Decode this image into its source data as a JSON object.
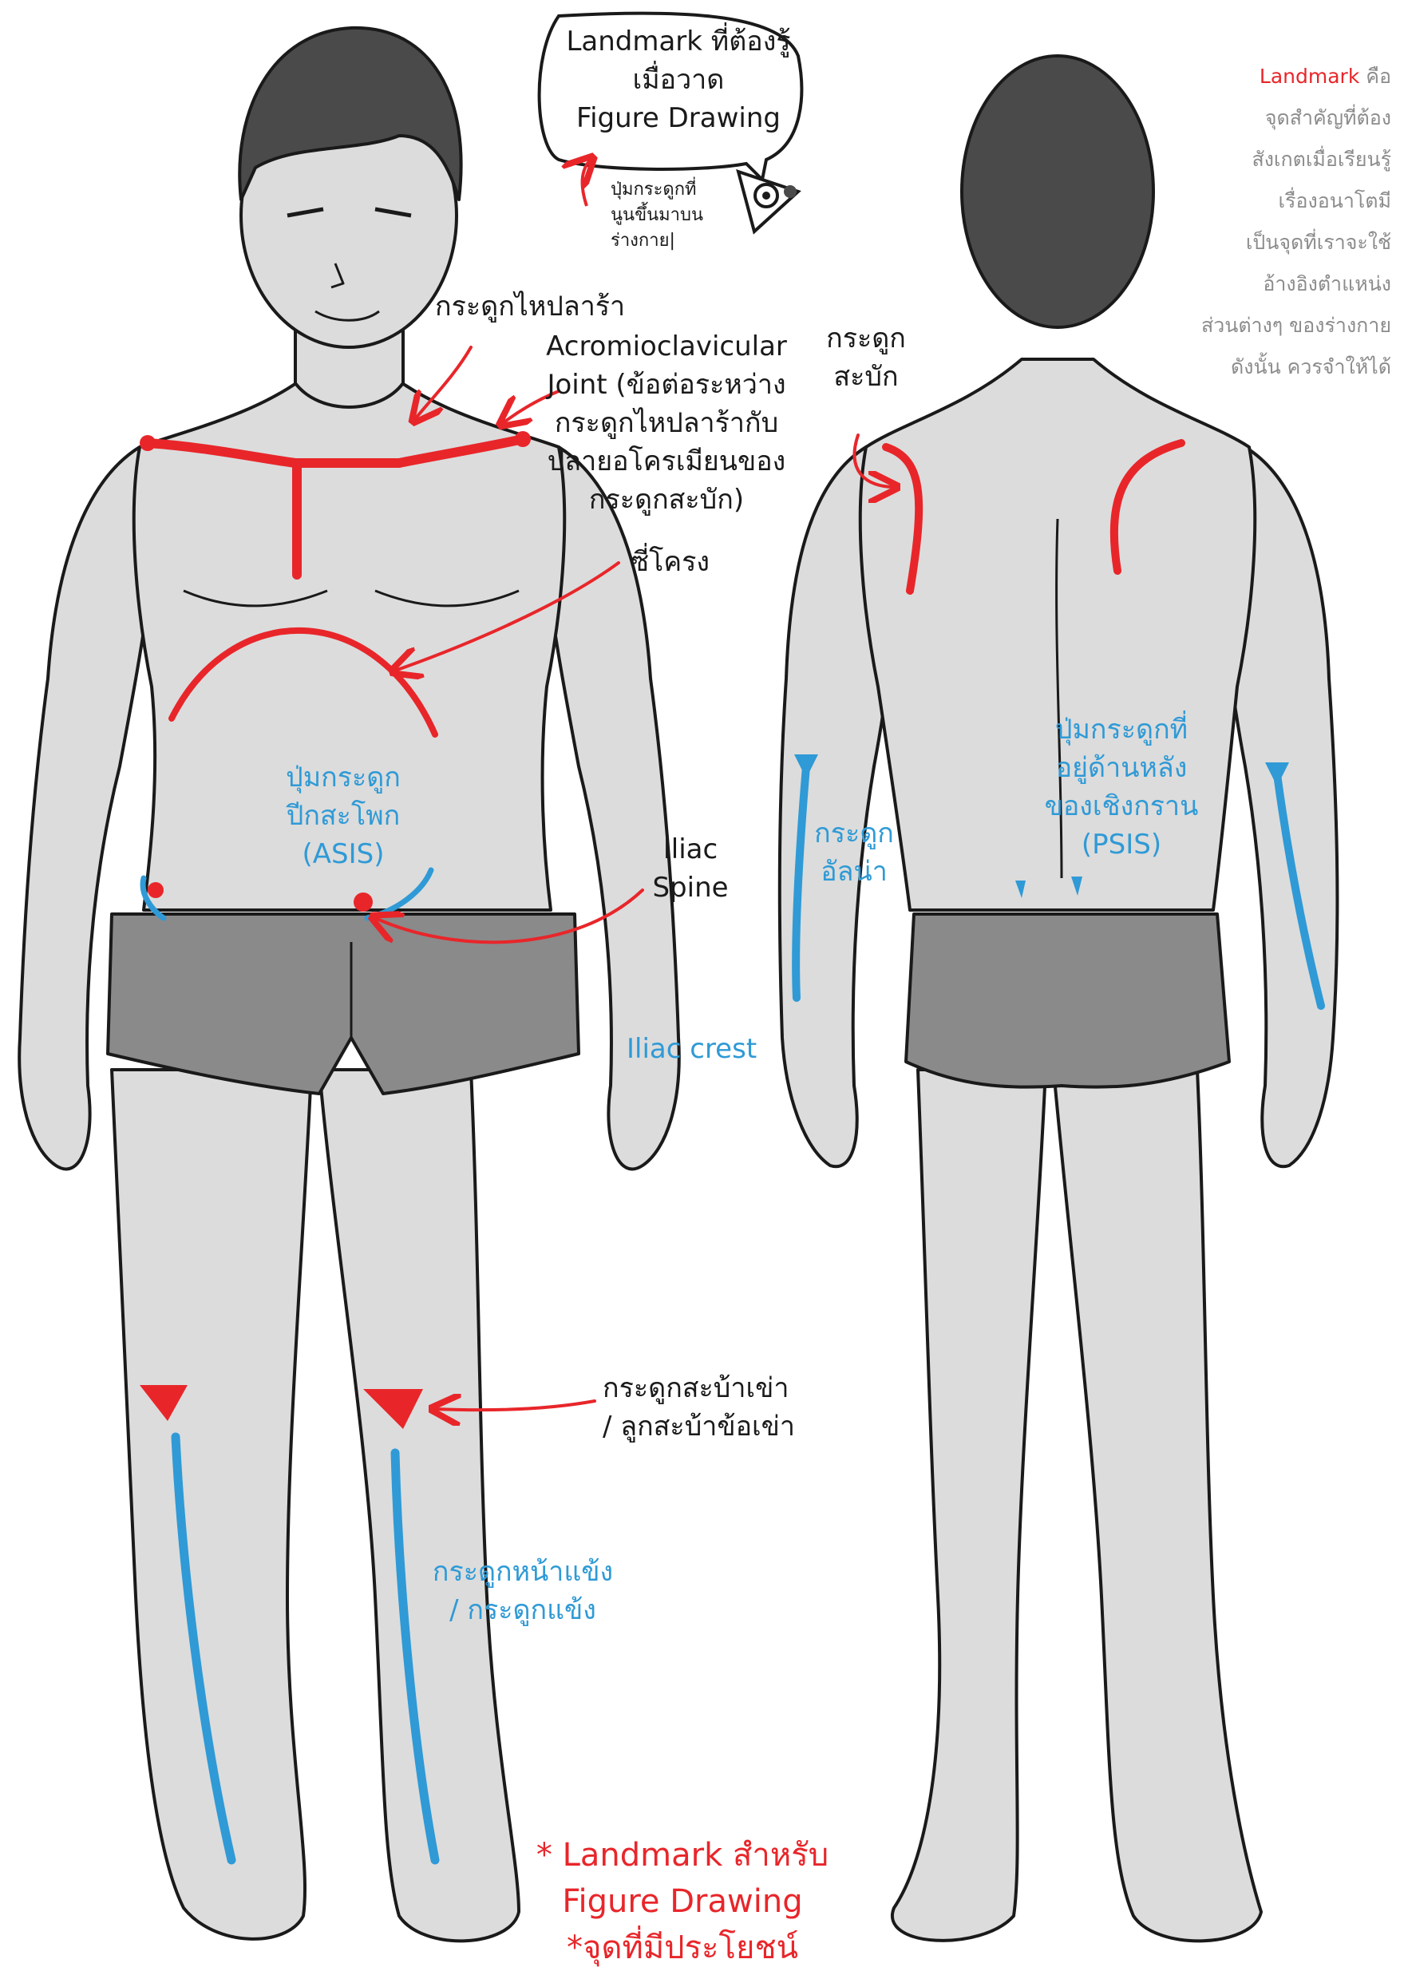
{
  "bubble": {
    "lines": [
      "Landmark ที่ต้องรู้",
      "เมื่อวาด",
      "Figure Drawing"
    ]
  },
  "bubble_note": {
    "lines": [
      "ปุ่มกระดูกที่",
      "นูนขึ้นมาบน",
      "ร่างกาย|"
    ]
  },
  "side_note": {
    "keyword": "Landmark",
    "first_line_rest": " คือ",
    "lines": [
      "จุดสำคัญที่ต้อง",
      "สังเกตเมื่อเรียนรู้",
      "เรื่องอนาโตมี",
      "เป็นจุดที่เราจะใช้",
      "อ้างอิงตำแหน่ง",
      "ส่วนต่างๆ ของร่างกาย",
      "ดังนั้น ควรจำให้ได้"
    ]
  },
  "labels": {
    "clavicle": "กระดูกไหปลาร้า",
    "ac_joint": [
      "Acromioclavicular",
      "Joint (ข้อต่อระหว่าง",
      "กระดูกไหปลาร้ากับ",
      "ปลายอโครเมียนของ",
      "กระดูกสะบัก)"
    ],
    "ribs": "ซี่โครง",
    "scapula": [
      "กระดูก",
      "สะบัก"
    ],
    "asis": [
      "ปุ่มกระดูก",
      "ปีกสะโพก",
      "(ASIS)"
    ],
    "iliac_spine": [
      "Iliac",
      "Spine"
    ],
    "iliac_crest": "Iliac crest",
    "ulna": [
      "กระดูก",
      "อัลน่า"
    ],
    "psis": [
      "ปุ่มกระดูกที่",
      "อยู่ด้านหลัง",
      "ของเชิงกราน",
      "(PSIS)"
    ],
    "patella": [
      "กระดูกสะบ้าเข่า",
      "/ ลูกสะบ้าข้อเข่า"
    ],
    "tibia": [
      "กระดูกหน้าแข้ง",
      "/ กระดูกแข้ง"
    ]
  },
  "footnote": {
    "lines": [
      "* Landmark สำหรับ",
      "Figure Drawing",
      "*จุดที่มีประโยชน์"
    ]
  },
  "colors": {
    "landmark_red": "#e8262a",
    "landmark_blue": "#2f9ad6",
    "skin": "#dcdcdc",
    "shorts": "#8a8a8a",
    "hair": "#4a4a4a",
    "outline": "#1a1a1a"
  },
  "icons": [
    "eye-icon"
  ]
}
